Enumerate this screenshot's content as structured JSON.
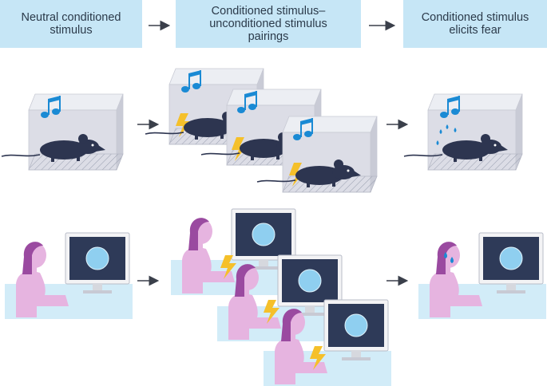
{
  "headers": {
    "neutral": [
      "Neutral conditioned",
      "stimulus"
    ],
    "pairing": [
      "Conditioned stimulus–",
      "unconditioned stimulus",
      "pairings"
    ],
    "elicits": [
      "Conditioned stimulus",
      "elicits fear"
    ]
  },
  "icons": {
    "music": "music-note-icon",
    "shock": "lightning-bolt-icon",
    "arrow": "right-arrow-icon",
    "tear": "tear-drop-icon"
  },
  "colors": {
    "header_bg": "#c6e6f6",
    "mouse": "#2d3550",
    "note": "#1a8ad4",
    "shock": "#f5c02a",
    "person_hair": "#9a4aa0",
    "person_skin": "#e6b4e0",
    "monitor_screen": "#2e3a58",
    "monitor_circle": "#8fcff0",
    "desk": "#d2ecf8",
    "box": "#dcdde6"
  }
}
